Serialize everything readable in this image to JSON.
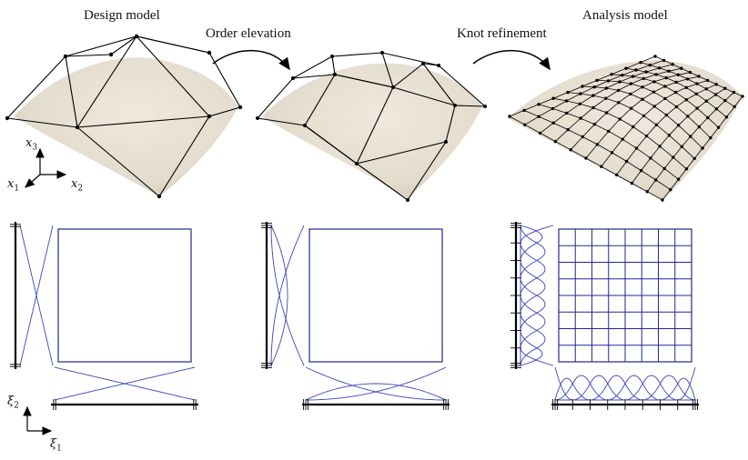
{
  "titles": {
    "design": "Design model",
    "order": "Order elevation",
    "knot": "Knot refinement",
    "analysis": "Analysis model"
  },
  "axes3d": {
    "x1": "x",
    "x2": "x",
    "x3": "x",
    "s1": "1",
    "s2": "2",
    "s3": "3"
  },
  "axes2d": {
    "xi1": "ξ",
    "xi2": "ξ",
    "s1": "1",
    "s2": "2"
  },
  "colors": {
    "surface": "#ece6da",
    "surface_shade": "#d9d1c1",
    "net": "#000000",
    "basis": "#3a45b8",
    "mesh": "#1f2a8a"
  },
  "panels": [
    {
      "name": "design",
      "degree": 1,
      "elements": 1
    },
    {
      "name": "elevated",
      "degree": 2,
      "elements": 1
    },
    {
      "name": "refined",
      "degree": 2,
      "elements": 8
    }
  ]
}
